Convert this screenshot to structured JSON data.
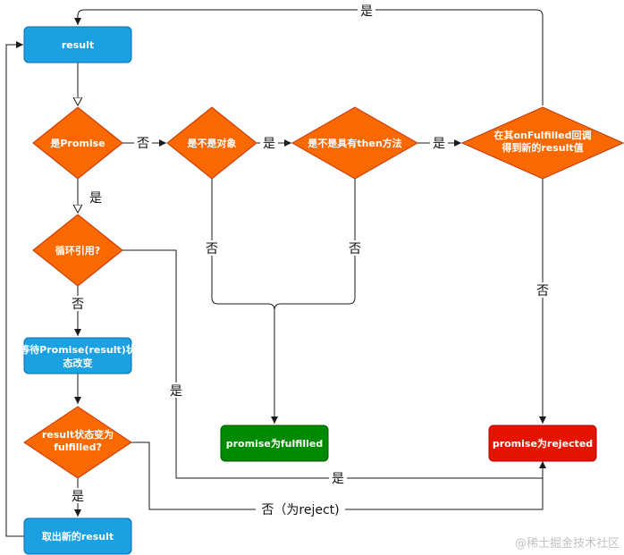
{
  "nodes": {
    "result": "result",
    "is_promise": "是Promise",
    "is_object": "是不是对象",
    "has_then": "是不是具有then方法",
    "onfulfilled": [
      "在其onFulfilled回调",
      "得到新的result值"
    ],
    "cycle": "循环引用?",
    "wait": [
      "等待Promise(result)状",
      "态改变"
    ],
    "changed": [
      "result状态变为",
      "fulfilled?"
    ],
    "take_new": "取出新的result",
    "fulfilled": "promise为fulfilled",
    "rejected": "promise为rejected"
  },
  "labels": {
    "yes": "是",
    "no": "否",
    "no_reject": "否（为reject)"
  },
  "watermark": "@稀土掘金技术社区",
  "colors": {
    "blue": "#1ba1e2",
    "orange": "#fa6800",
    "green": "#008a00",
    "red": "#e51400"
  }
}
